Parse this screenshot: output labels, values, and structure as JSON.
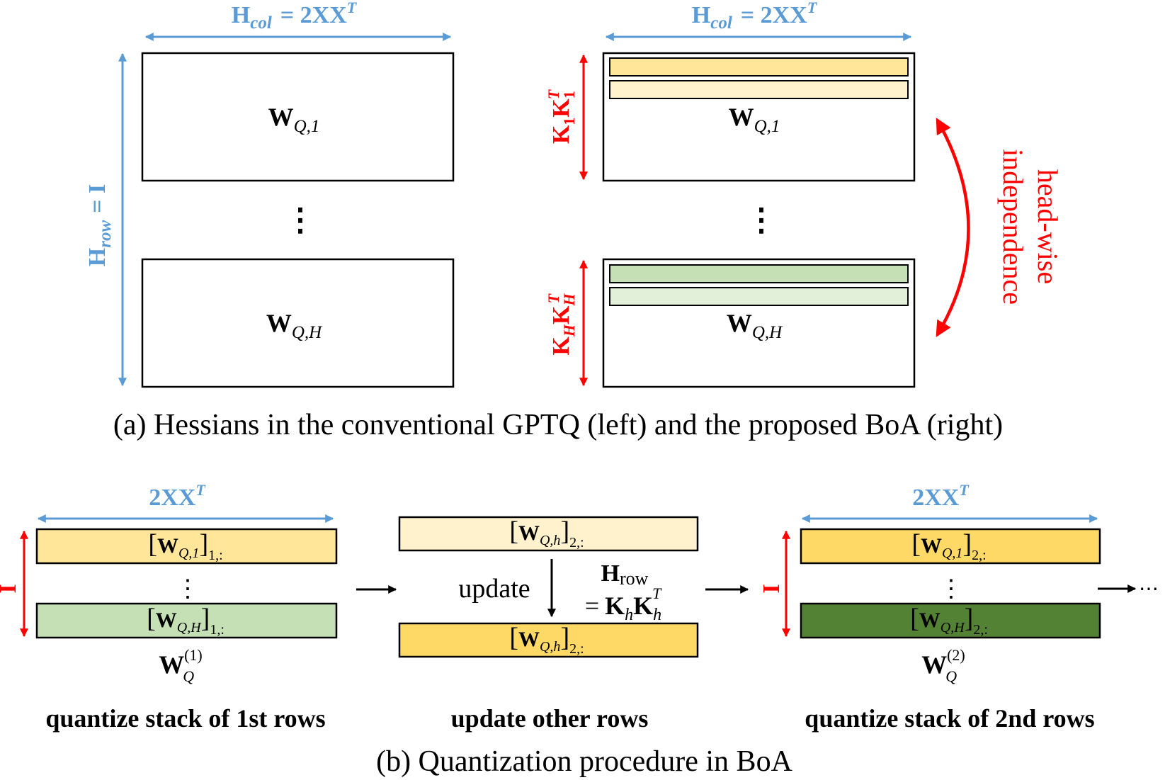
{
  "colors": {
    "blue_label": "#5b9bd5",
    "red_label": "#ff0000",
    "yellow_strong": "#ffe699",
    "yellow_light": "#fff2cc",
    "yellow_updated": "#ffd966",
    "green_light": "#c5e0b4",
    "green_lighter": "#e2f0d9",
    "green_dark": "#548235"
  },
  "part_a": {
    "left": {
      "hcol_base": "H",
      "hcol_sub": "col",
      "hcol_rhs": "= 2XX",
      "hcol_sup": "T",
      "hrow_base": "H",
      "hrow_sub": "row",
      "hrow_rhs": "= I",
      "block_top_base": "W",
      "block_top_sub": "Q,1",
      "block_bottom_base": "W",
      "block_bottom_sub": "Q,H",
      "dots": "⋮"
    },
    "right": {
      "hcol_base": "H",
      "hcol_sub": "col",
      "hcol_rhs": "= 2XX",
      "hcol_sup": "T",
      "block_top_base": "W",
      "block_top_sub": "Q,1",
      "block_bottom_base": "W",
      "block_bottom_sub": "Q,H",
      "top_hessian_main": "K",
      "top_hessian_sub": "1",
      "top_hessian_main2": "K",
      "top_hessian_sub2": "1",
      "top_hessian_sup": "T",
      "bottom_hessian_main": "K",
      "bottom_hessian_sub": "H",
      "bottom_hessian_main2": "K",
      "bottom_hessian_sub2": "H",
      "bottom_hessian_sup": "T",
      "dots": "⋮",
      "independence_line1": "head-wise",
      "independence_line2": "independence"
    },
    "caption": "(a) Hessians in the conventional GPTQ (left) and the proposed BoA (right)"
  },
  "part_b": {
    "step1": {
      "width_label": "2XX",
      "width_sup": "T",
      "height_label": "I",
      "row_top_base": "W",
      "row_top_sub": "Q,1",
      "row_top_idx": "1,:",
      "row_bottom_base": "W",
      "row_bottom_sub": "Q,H",
      "row_bottom_idx": "1,:",
      "dots": "⋮",
      "stack_base": "W",
      "stack_sub": "Q",
      "stack_sup": "(1)",
      "title": "quantize stack of 1st rows"
    },
    "step2": {
      "row_top_base": "W",
      "row_top_sub": "Q,h",
      "row_top_idx": "2,:",
      "row_bottom_base": "W",
      "row_bottom_sub": "Q,h",
      "row_bottom_idx": "2,:",
      "update_label": "update",
      "hrow_base": "H",
      "hrow_sub": "row",
      "hrow_eq": "=",
      "hrow_k": "K",
      "hrow_k_sub": "h",
      "hrow_k2": "K",
      "hrow_k2_sub": "h",
      "hrow_k2_sup": "T",
      "title": "update other rows"
    },
    "step3": {
      "width_label": "2XX",
      "width_sup": "T",
      "height_label": "I",
      "row_top_base": "W",
      "row_top_sub": "Q,1",
      "row_top_idx": "2,:",
      "row_bottom_base": "W",
      "row_bottom_sub": "Q,H",
      "row_bottom_idx": "2,:",
      "dots": "⋮",
      "stack_base": "W",
      "stack_sub": "Q",
      "stack_sup": "(2)",
      "title": "quantize stack of 2nd rows"
    },
    "continuation": "⋯",
    "caption": "(b) Quantization procedure in BoA"
  }
}
